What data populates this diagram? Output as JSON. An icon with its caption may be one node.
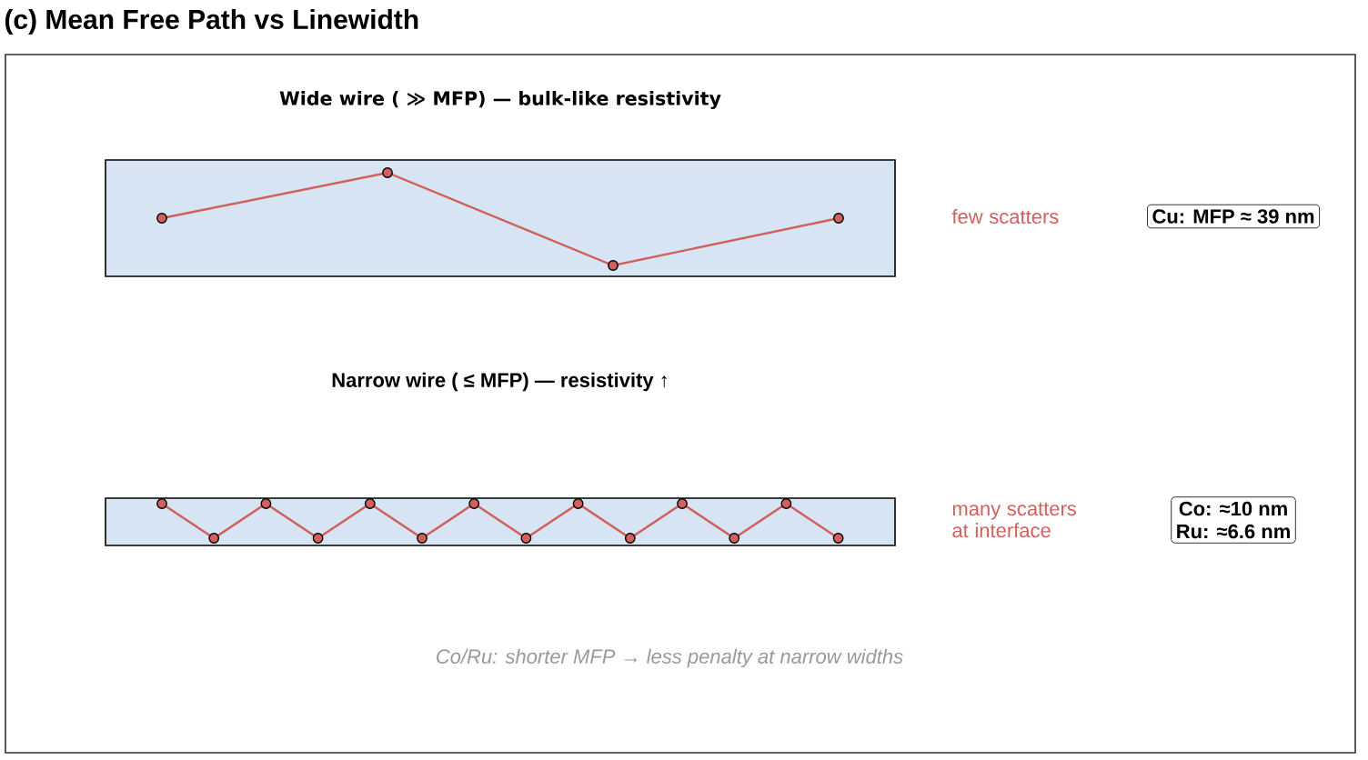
{
  "diagram": {
    "title": "(c) Mean Free Path vs Linewidth",
    "nodes": [
      {
        "text": [],
        "shape": "bar"
      },
      {
        "text": [
          "Cu: MFP ≈ 39 nm"
        ]
      },
      {
        "text": [],
        "shape": "bar"
      },
      {
        "text": [
          "Co: ≈10 nm",
          "Ru: ≈6.6 nm"
        ]
      }
    ],
    "labels": [
      "Wide wire ( ≫  MFP) — bulk-like resistivity",
      "few scatters",
      "Narrow wire ( ≤  MFP) — resistivity  ↑",
      "many scatters at interface",
      "Co/Ru: shorter MFP → less penalty at narrow widths"
    ]
  }
}
